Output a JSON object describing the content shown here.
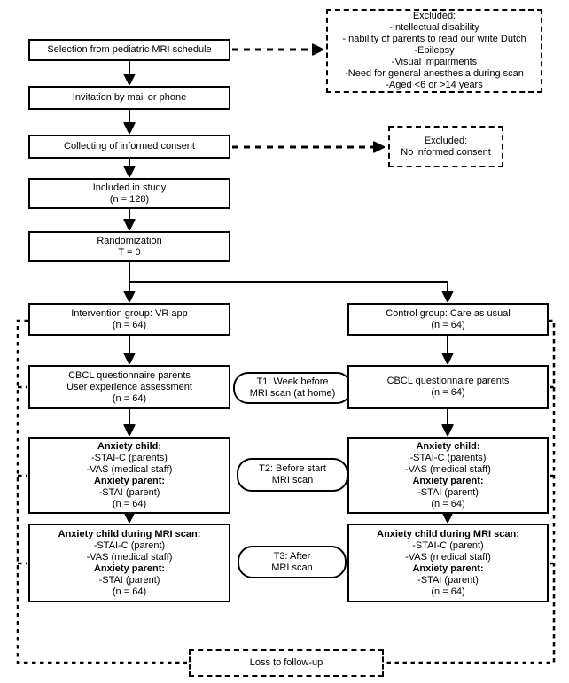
{
  "colors": {
    "line": "#000000",
    "background": "#ffffff",
    "box_background": "#ffffff",
    "text": "#000000"
  },
  "boxes": {
    "selection": {
      "lines": [
        "Selection from pediatric MRI schedule"
      ]
    },
    "excluded_screening": {
      "lines": [
        "Excluded:",
        "-Intellectual disability",
        "-Inability of parents to read our write Dutch",
        "-Epilepsy",
        "-Visual impairments",
        "-Need for general anesthesia during scan",
        "-Aged <6 or >14 years"
      ]
    },
    "invitation": {
      "lines": [
        "Invitation by mail or phone"
      ]
    },
    "consent": {
      "lines": [
        "Collecting of informed consent"
      ]
    },
    "excluded_consent": {
      "lines": [
        "Excluded:",
        "No informed consent"
      ]
    },
    "included": {
      "lines": [
        "Included in study",
        "(n = 128)"
      ]
    },
    "randomization": {
      "lines": [
        "Randomization",
        "T = 0"
      ]
    },
    "intervention": {
      "lines": [
        "Intervention group: VR app",
        "(n = 64)"
      ]
    },
    "control": {
      "lines": [
        "Control group: Care as usual",
        "(n = 64)"
      ]
    },
    "cbcl_intervention": {
      "lines": [
        "CBCL questionnaire parents",
        "User experience assessment",
        "(n = 64)"
      ]
    },
    "cbcl_control": {
      "lines": [
        "CBCL questionnaire parents",
        "(n = 64)"
      ]
    },
    "t1": {
      "lines": [
        "T1: Week before",
        "MRI scan (at home)"
      ]
    },
    "t2": {
      "lines": [
        "T2: Before start",
        "MRI scan"
      ]
    },
    "t3": {
      "lines": [
        "T3: After",
        "MRI scan"
      ]
    },
    "anxiety_t2_intervention": {
      "lines": [
        "Anxiety child:",
        "-STAI-C (parents)",
        "-VAS (medical staff)",
        "Anxiety parent:",
        "-STAI (parent)",
        "(n = 64)"
      ]
    },
    "anxiety_t2_control": {
      "lines": [
        "Anxiety child:",
        "-STAI-C (parents)",
        "-VAS (medical staff)",
        "Anxiety parent:",
        "-STAI (parent)",
        "(n = 64)"
      ]
    },
    "anxiety_t3_intervention": {
      "lines": [
        "Anxiety child during MRI scan:",
        "-STAI-C (parent)",
        "-VAS (medical staff)",
        "Anxiety parent:",
        "-STAI (parent)",
        "(n = 64)"
      ]
    },
    "anxiety_t3_control": {
      "lines": [
        "Anxiety child during MRI scan:",
        "-STAI-C (parent)",
        "-VAS (medical staff)",
        "Anxiety parent:",
        "-STAI (parent)",
        "(n = 64)"
      ]
    },
    "loss": {
      "lines": [
        "Loss to follow-up"
      ]
    }
  }
}
